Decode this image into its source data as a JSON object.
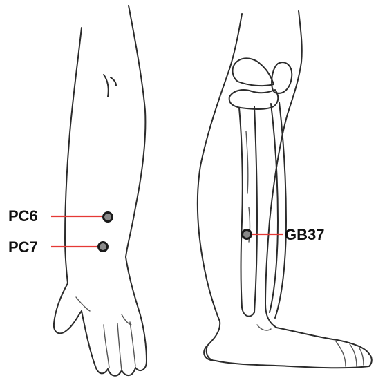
{
  "colors": {
    "leader_line": "#e53935",
    "point_fill": "#8a8a8a",
    "outline": "#2b2b2b"
  },
  "acupoints": [
    {
      "label": "PC6",
      "region": "forearm"
    },
    {
      "label": "PC7",
      "region": "wrist"
    },
    {
      "label": "GB37",
      "region": "lower-leg"
    }
  ]
}
